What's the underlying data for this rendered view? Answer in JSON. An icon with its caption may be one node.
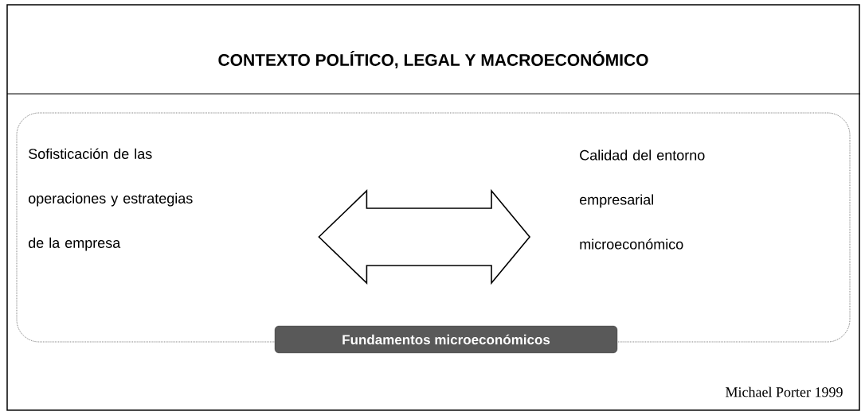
{
  "diagram": {
    "nodes": [
      {
        "text": [
          "CONTEXTO POLÍTICO, LEGAL Y MACROECONÓMICO"
        ]
      },
      {
        "text": [
          "Fundamentos microeconómicos"
        ],
        "in": 0
      },
      {
        "text": [
          "Sofisticación de las operaciones y estrategias de la empresa"
        ],
        "in": 1
      },
      {
        "text": [
          "Calidad del entorno empresarial microeconómico"
        ],
        "in": 1
      }
    ],
    "edges": [
      {
        "from": 2,
        "to": 3,
        "arrow": "both"
      }
    ],
    "labels": [
      "Michael Porter 1999"
    ]
  }
}
